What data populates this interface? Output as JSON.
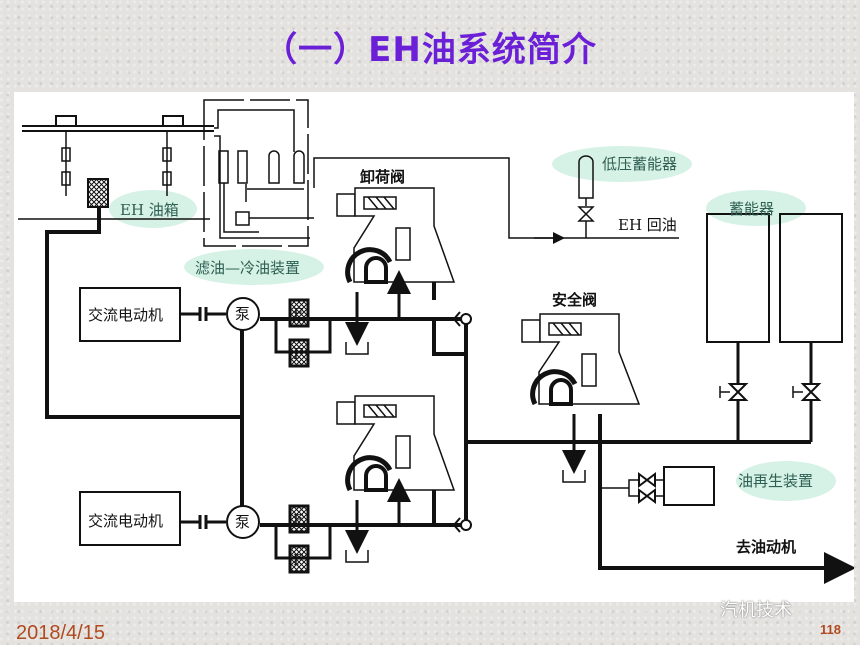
{
  "slide": {
    "title": "（一）EH油系统简介",
    "date": "2018/4/15",
    "page_number": "118",
    "watermark": "汽机技术",
    "title_color": "#6b1fd6",
    "footer_color": "#b04a20"
  },
  "diagram": {
    "labels": {
      "eh_tank": "EH 油箱",
      "filter_cooler": "滤油—冷油装置",
      "unloading_valve": "卸荷阀",
      "low_pressure_accumulator": "低压蓄能器",
      "eh_return": "EH 回油",
      "accumulator": "蓄能器",
      "safety_valve": "安全阀",
      "ac_motor_1": "交流电动机",
      "ac_motor_2": "交流电动机",
      "pump_1": "泵",
      "pump_2": "泵",
      "filter": "F",
      "oil_regeneration": "油再生装置",
      "to_actuator": "去油动机"
    },
    "highlight_color": "#d6f2e6"
  }
}
